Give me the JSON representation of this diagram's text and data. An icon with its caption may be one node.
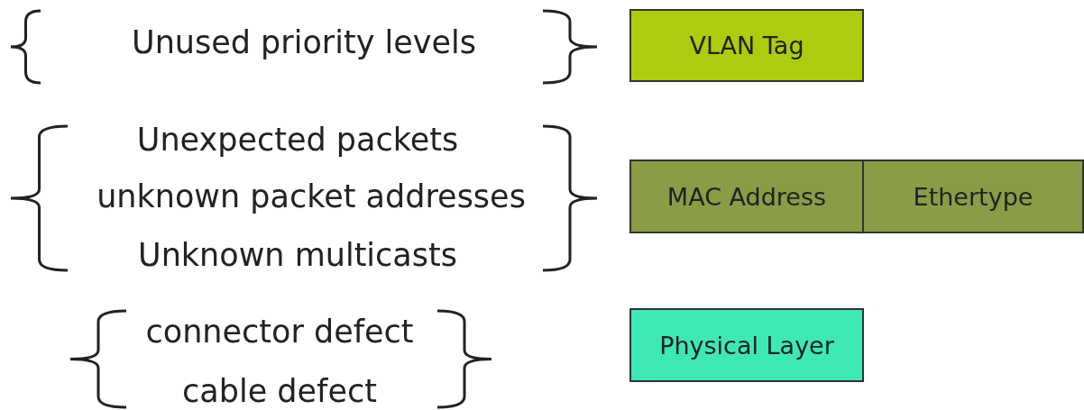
{
  "diagram": {
    "nodes": [
      {
        "text": [
          "VLAN Tag"
        ]
      },
      {
        "text": [
          "MAC Address"
        ]
      },
      {
        "text": [
          "Ethertype"
        ]
      },
      {
        "text": [
          "Physical Layer"
        ]
      }
    ],
    "edges": [],
    "labels": [
      "Unused priority levels",
      "Unexpected packets",
      "unknown packet addresses",
      "Unknown multicasts",
      "connector defect",
      "cable defect"
    ]
  }
}
